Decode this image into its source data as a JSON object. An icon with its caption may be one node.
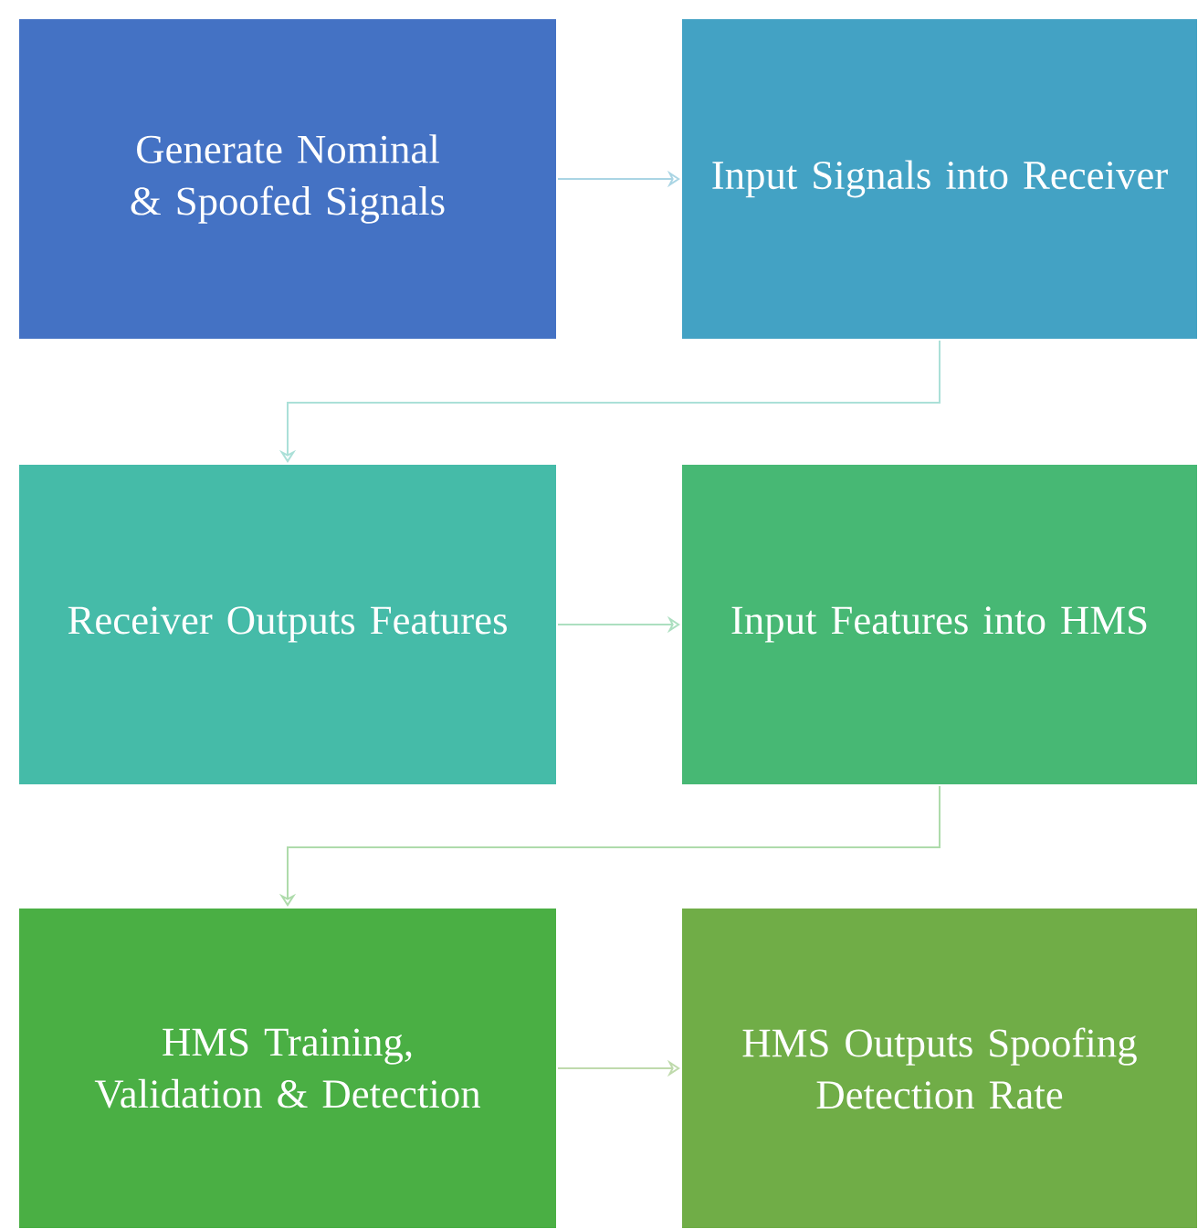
{
  "diagram": {
    "nodes": [
      {
        "text": [
          "Generate Nominal & Spoofed Signals"
        ]
      },
      {
        "text": [
          "Input Signals into Receiver"
        ]
      },
      {
        "text": [
          "Receiver Outputs Features"
        ]
      },
      {
        "text": [
          "Input Features into HMS"
        ]
      },
      {
        "text": [
          "HMS Training, Validation & Detection"
        ]
      },
      {
        "text": [
          "HMS Outputs Spoofing Detection Rate"
        ]
      }
    ],
    "edges": [
      {
        "from": 0,
        "to": 1,
        "arrow": "to"
      },
      {
        "from": 1,
        "to": 2,
        "arrow": "to"
      },
      {
        "from": 2,
        "to": 3,
        "arrow": "to"
      },
      {
        "from": 3,
        "to": 4,
        "arrow": "to"
      },
      {
        "from": 4,
        "to": 5,
        "arrow": "to"
      }
    ]
  }
}
